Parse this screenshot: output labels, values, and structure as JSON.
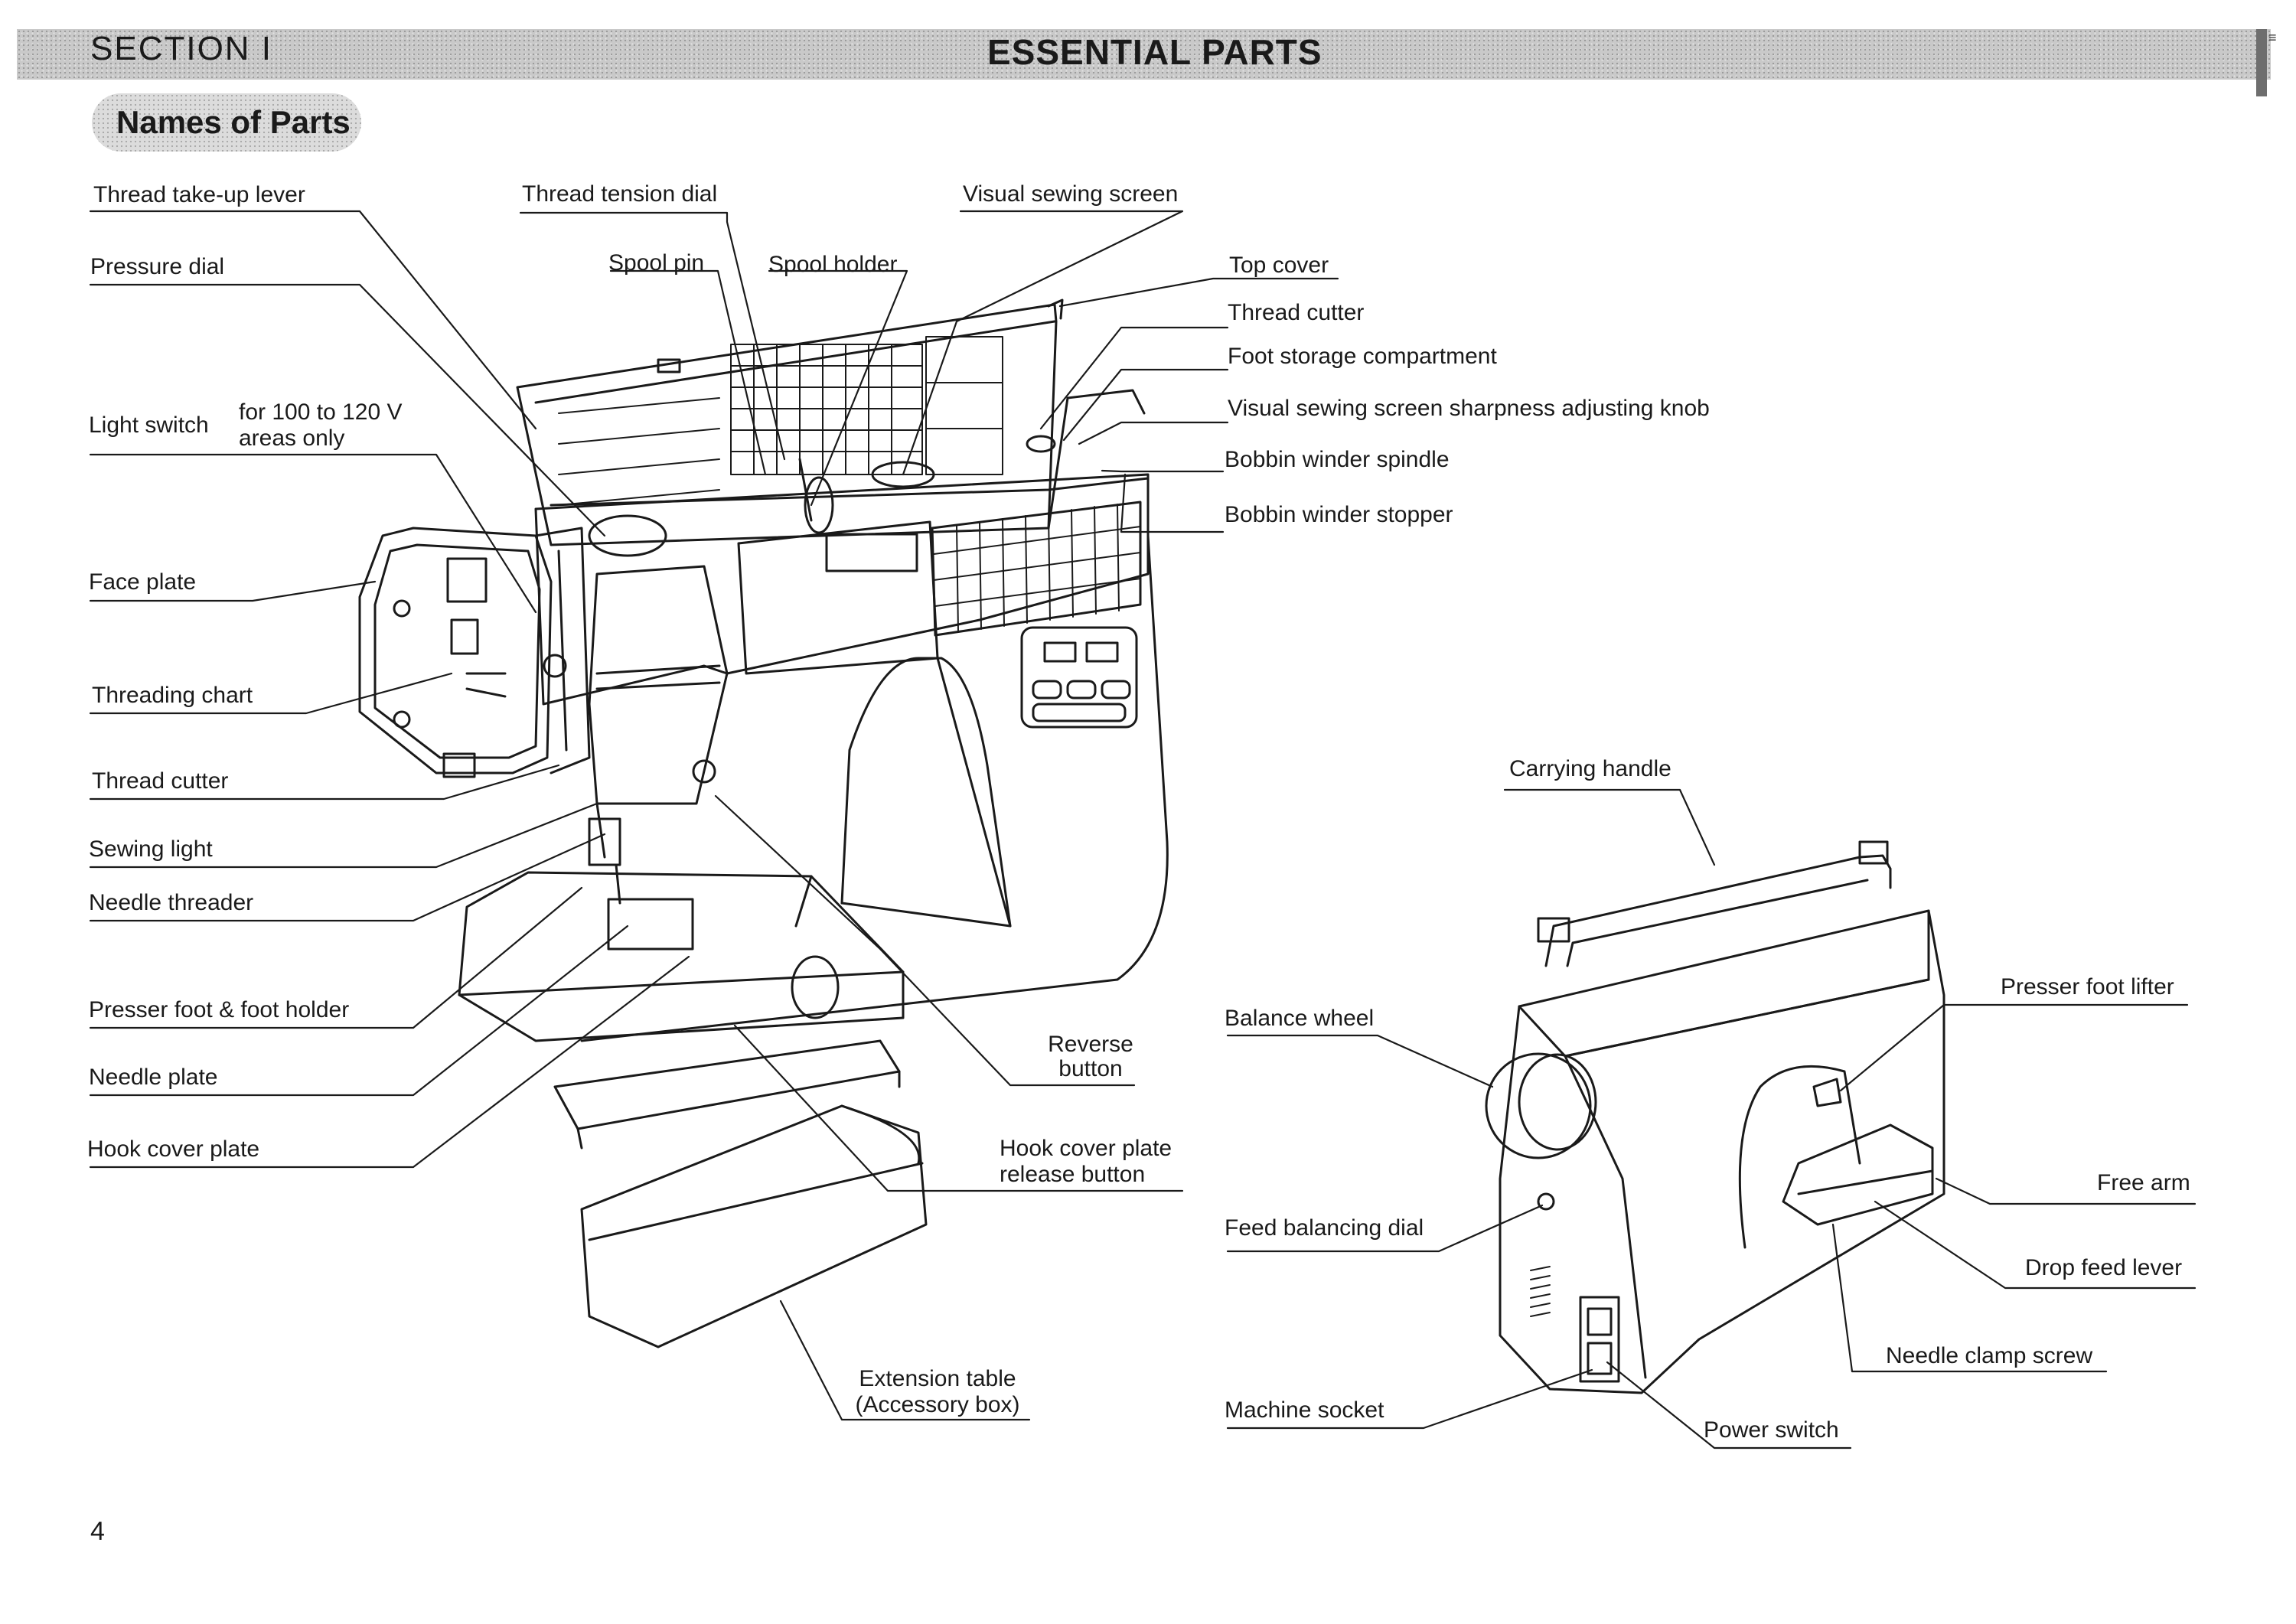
{
  "header": {
    "section": "SECTION I",
    "title": "ESSENTIAL PARTS"
  },
  "subtitle": "Names of Parts",
  "labels": {
    "thread_takeup_lever": "Thread take-up lever",
    "pressure_dial": "Pressure dial",
    "light_switch": "Light switch",
    "voltage_note_1": "for 100 to 120 V",
    "voltage_note_2": "areas only",
    "face_plate": "Face plate",
    "threading_chart": "Threading chart",
    "thread_cutter_left": "Thread cutter",
    "sewing_light": "Sewing light",
    "needle_threader": "Needle threader",
    "presser_foot_holder": "Presser foot & foot holder",
    "needle_plate": "Needle plate",
    "hook_cover_plate": "Hook cover plate",
    "thread_tension_dial": "Thread tension dial",
    "spool_pin": "Spool pin",
    "spool_holder": "Spool holder",
    "visual_sewing_screen": "Visual sewing screen",
    "top_cover": "Top cover",
    "thread_cutter_top": "Thread cutter",
    "foot_storage": "Foot storage compartment",
    "screen_sharpness_knob": "Visual sewing screen sharpness adjusting knob",
    "bobbin_winder_spindle": "Bobbin winder spindle",
    "bobbin_winder_stopper": "Bobbin winder  stopper",
    "reverse_1": "Reverse",
    "reverse_2": "button",
    "hook_release_1": "Hook cover plate",
    "hook_release_2": "release button",
    "extension_1": "Extension table",
    "extension_2": "(Accessory box)",
    "carrying_handle": "Carrying handle",
    "balance_wheel": "Balance wheel",
    "presser_foot_lifter": "Presser foot lifter",
    "free_arm": "Free arm",
    "feed_balancing_dial": "Feed balancing dial",
    "drop_feed_lever": "Drop feed lever",
    "needle_clamp_screw": "Needle clamp screw",
    "machine_socket": "Machine socket",
    "power_switch": "Power switch"
  },
  "page_number": "4"
}
